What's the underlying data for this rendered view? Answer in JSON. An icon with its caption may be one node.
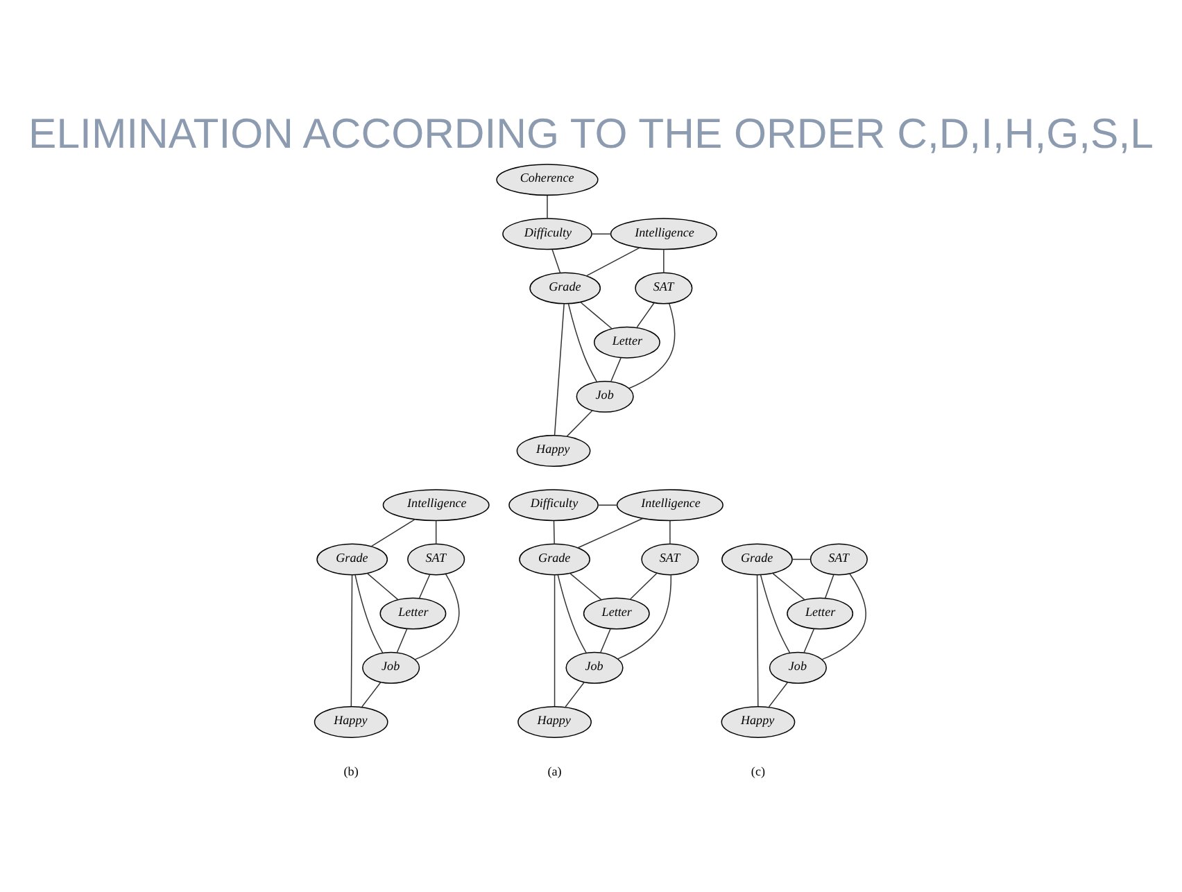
{
  "diagram": {
    "title": "ELIMINATION ACCORDING TO THE ORDER C,D,I,H,G,S,L",
    "nodes": [
      {
        "text": [
          "Coherence"
        ]
      },
      {
        "text": [
          "Difficulty"
        ]
      },
      {
        "text": [
          "Intelligence"
        ]
      },
      {
        "text": [
          "Grade"
        ]
      },
      {
        "text": [
          "SAT"
        ]
      },
      {
        "text": [
          "Letter"
        ]
      },
      {
        "text": [
          "Job"
        ]
      },
      {
        "text": [
          "Happy"
        ]
      },
      {
        "text": [
          "Difficulty"
        ]
      },
      {
        "text": [
          "Intelligence"
        ]
      },
      {
        "text": [
          "Grade"
        ]
      },
      {
        "text": [
          "SAT"
        ]
      },
      {
        "text": [
          "Letter"
        ]
      },
      {
        "text": [
          "Job"
        ]
      },
      {
        "text": [
          "Happy"
        ]
      },
      {
        "text": [
          "Intelligence"
        ]
      },
      {
        "text": [
          "Grade"
        ]
      },
      {
        "text": [
          "SAT"
        ]
      },
      {
        "text": [
          "Letter"
        ]
      },
      {
        "text": [
          "Job"
        ]
      },
      {
        "text": [
          "Happy"
        ]
      },
      {
        "text": [
          "Grade"
        ]
      },
      {
        "text": [
          "SAT"
        ]
      },
      {
        "text": [
          "Letter"
        ]
      },
      {
        "text": [
          "Job"
        ]
      },
      {
        "text": [
          "Happy"
        ]
      }
    ],
    "edges": [
      {
        "from": 0,
        "to": 1,
        "arrow": "none"
      },
      {
        "from": 1,
        "to": 2,
        "arrow": "none"
      },
      {
        "from": 1,
        "to": 3,
        "arrow": "none"
      },
      {
        "from": 2,
        "to": 3,
        "arrow": "none"
      },
      {
        "from": 2,
        "to": 4,
        "arrow": "none"
      },
      {
        "from": 3,
        "to": 5,
        "arrow": "none"
      },
      {
        "from": 3,
        "to": 6,
        "arrow": "none"
      },
      {
        "from": 3,
        "to": 7,
        "arrow": "none"
      },
      {
        "from": 4,
        "to": 5,
        "arrow": "none"
      },
      {
        "from": 4,
        "to": 6,
        "arrow": "none"
      },
      {
        "from": 5,
        "to": 6,
        "arrow": "none"
      },
      {
        "from": 6,
        "to": 7,
        "arrow": "none"
      },
      {
        "from": 8,
        "to": 9,
        "arrow": "none"
      },
      {
        "from": 8,
        "to": 10,
        "arrow": "none"
      },
      {
        "from": 9,
        "to": 10,
        "arrow": "none"
      },
      {
        "from": 9,
        "to": 11,
        "arrow": "none"
      },
      {
        "from": 10,
        "to": 12,
        "arrow": "none"
      },
      {
        "from": 10,
        "to": 13,
        "arrow": "none"
      },
      {
        "from": 10,
        "to": 14,
        "arrow": "none"
      },
      {
        "from": 11,
        "to": 12,
        "arrow": "none"
      },
      {
        "from": 11,
        "to": 13,
        "arrow": "none"
      },
      {
        "from": 12,
        "to": 13,
        "arrow": "none"
      },
      {
        "from": 13,
        "to": 14,
        "arrow": "none"
      },
      {
        "from": 15,
        "to": 16,
        "arrow": "none"
      },
      {
        "from": 15,
        "to": 17,
        "arrow": "none"
      },
      {
        "from": 16,
        "to": 18,
        "arrow": "none"
      },
      {
        "from": 16,
        "to": 19,
        "arrow": "none"
      },
      {
        "from": 16,
        "to": 20,
        "arrow": "none"
      },
      {
        "from": 17,
        "to": 18,
        "arrow": "none"
      },
      {
        "from": 17,
        "to": 19,
        "arrow": "none"
      },
      {
        "from": 18,
        "to": 19,
        "arrow": "none"
      },
      {
        "from": 19,
        "to": 20,
        "arrow": "none"
      },
      {
        "from": 21,
        "to": 22,
        "arrow": "none"
      },
      {
        "from": 21,
        "to": 23,
        "arrow": "none"
      },
      {
        "from": 21,
        "to": 24,
        "arrow": "none"
      },
      {
        "from": 21,
        "to": 25,
        "arrow": "none"
      },
      {
        "from": 22,
        "to": 23,
        "arrow": "none"
      },
      {
        "from": 22,
        "to": 24,
        "arrow": "none"
      },
      {
        "from": 23,
        "to": 24,
        "arrow": "none"
      },
      {
        "from": 24,
        "to": 25,
        "arrow": "none"
      }
    ],
    "labels": [
      "(a)",
      "(b)",
      "(c)"
    ]
  }
}
